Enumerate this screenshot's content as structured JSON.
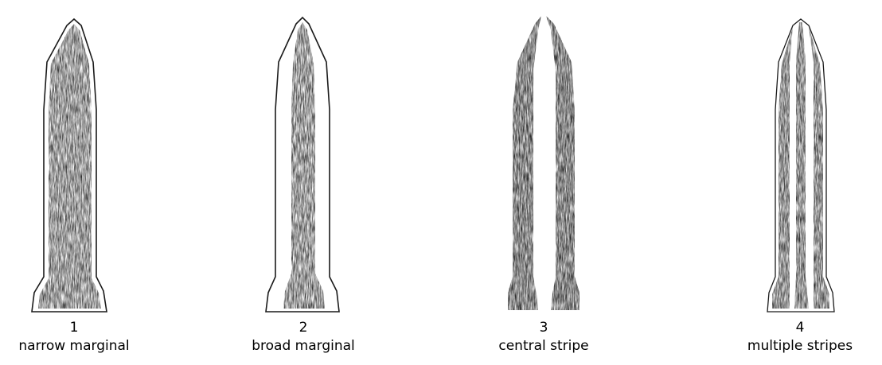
{
  "palette": {
    "ink": "#2a2a2a",
    "outline": "#1a1a1a",
    "background": "#ffffff"
  },
  "panels": [
    {
      "number": "1",
      "label": "narrow marginal",
      "pattern": "narrow-marginal"
    },
    {
      "number": "2",
      "label": "broad marginal",
      "pattern": "broad-marginal"
    },
    {
      "number": "3",
      "label": "central stripe",
      "pattern": "central-stripe"
    },
    {
      "number": "4",
      "label": "multiple stripes",
      "pattern": "multiple-stripes"
    }
  ]
}
